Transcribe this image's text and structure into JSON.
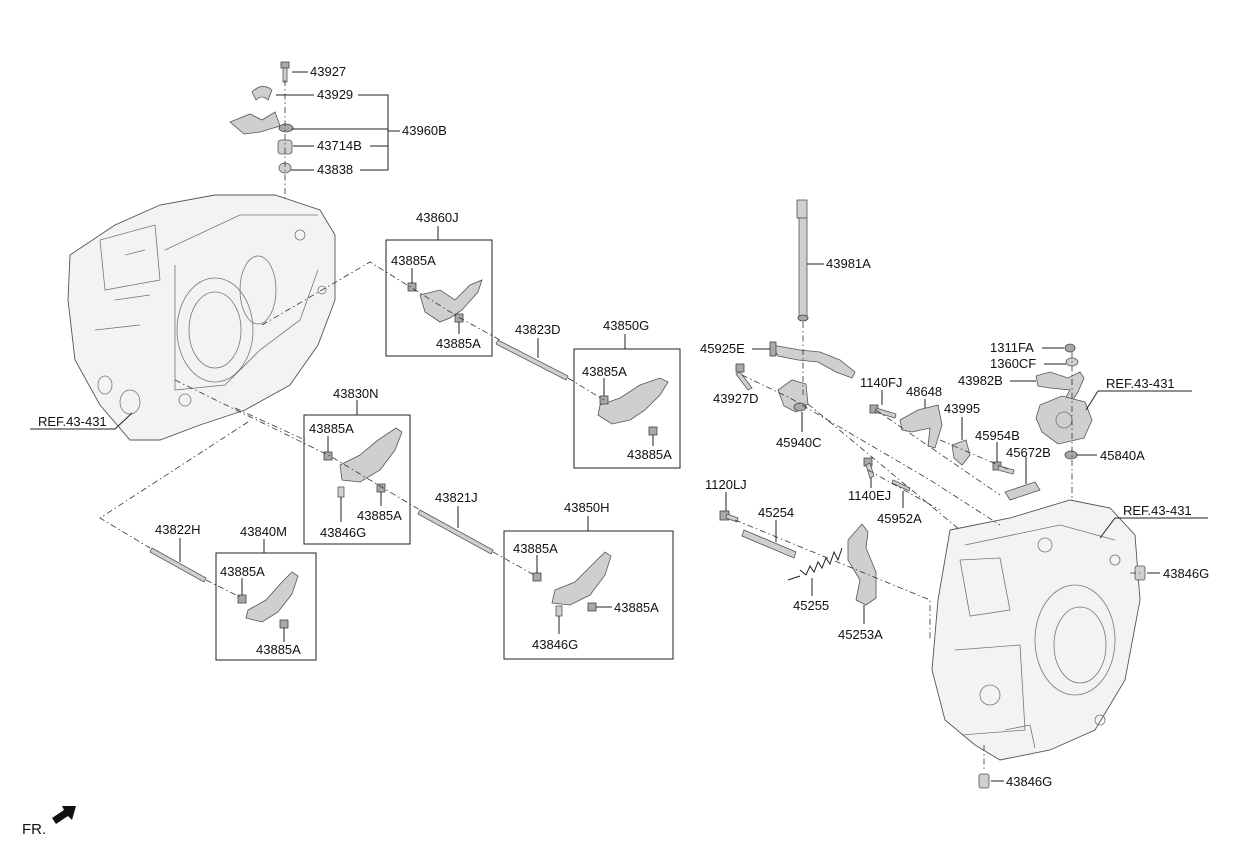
{
  "labels": {
    "p43927_top": "43927",
    "p43929": "43929",
    "p43960B": "43960B",
    "p43714B": "43714B",
    "p43838": "43838",
    "p43860J": "43860J",
    "p43885A_1": "43885A",
    "p43885A_2": "43885A",
    "p43823D": "43823D",
    "p43850G": "43850G",
    "p43885A_3": "43885A",
    "p43885A_4": "43885A",
    "ref_left": "REF.43-431",
    "p43830N": "43830N",
    "p43885A_5": "43885A",
    "p43885A_6": "43885A",
    "p43846G_1": "43846G",
    "p43821J": "43821J",
    "p43850H": "43850H",
    "p43885A_7": "43885A",
    "p43885A_8": "43885A",
    "p43846G_2": "43846G",
    "p43822H": "43822H",
    "p43840M": "43840M",
    "p43885A_9": "43885A",
    "p43885A_10": "43885A",
    "p43981A": "43981A",
    "p45925E": "45925E",
    "p43927D": "43927D",
    "p45940C": "45940C",
    "p1140FJ": "1140FJ",
    "p48648": "48648",
    "p43995": "43995",
    "p1311FA": "1311FA",
    "p1360CF": "1360CF",
    "p43982B": "43982B",
    "ref_right_top": "REF.43-431",
    "p45954B": "45954B",
    "p45672B": "45672B",
    "p45840A": "45840A",
    "p1140EJ": "1140EJ",
    "p45952A": "45952A",
    "p1120LJ": "1120LJ",
    "p45254": "45254",
    "ref_right_mid": "REF.43-431",
    "p45255": "45255",
    "p45253A": "45253A",
    "p43846G_3": "43846G",
    "p43846G_4": "43846G",
    "fr": "FR."
  },
  "icons": {
    "fr_arrow": "arrow-icon"
  }
}
